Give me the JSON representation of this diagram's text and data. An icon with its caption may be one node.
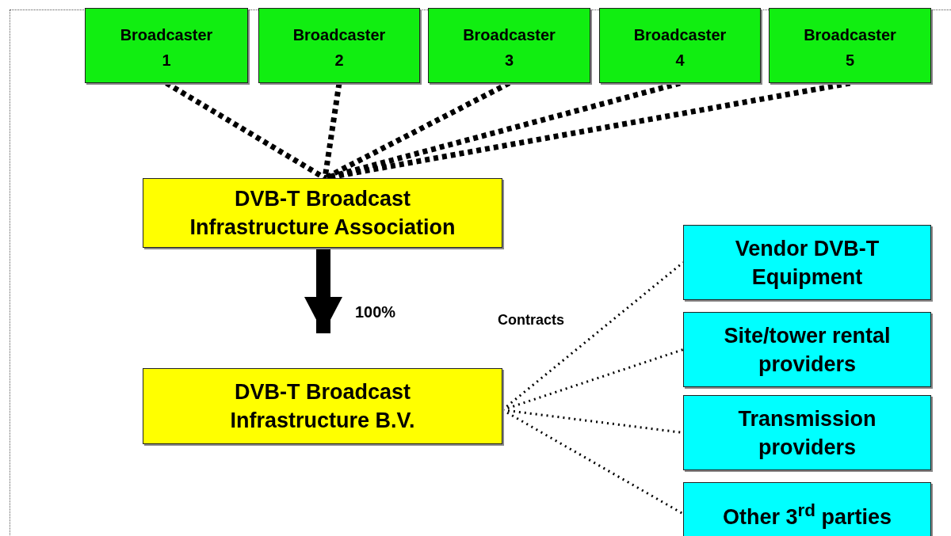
{
  "diagram": {
    "nodes": [
      {
        "text": [
          "Broadcaster 1"
        ]
      },
      {
        "text": [
          "Broadcaster 2"
        ]
      },
      {
        "text": [
          "Broadcaster 3"
        ]
      },
      {
        "text": [
          "Broadcaster 4"
        ]
      },
      {
        "text": [
          "Broadcaster 5"
        ]
      },
      {
        "text": [
          "DVB-T Broadcast Infrastructure Association"
        ]
      },
      {
        "text": [
          "DVB-T Broadcast Infrastructure B.V."
        ]
      },
      {
        "text": [
          "Vendor DVB-T Equipment"
        ]
      },
      {
        "text": [
          "Site/tower rental providers"
        ]
      },
      {
        "text": [
          "Transmission providers"
        ]
      },
      {
        "text": [
          "Other 3$^{rd}$ parties"
        ]
      }
    ],
    "edges": [
      {
        "from": 0,
        "to": 5,
        "arrow": "none",
        "style": "dashed"
      },
      {
        "from": 1,
        "to": 5,
        "arrow": "none",
        "style": "dashed"
      },
      {
        "from": 2,
        "to": 5,
        "arrow": "none",
        "style": "dashed"
      },
      {
        "from": 3,
        "to": 5,
        "arrow": "none",
        "style": "dashed"
      },
      {
        "from": 4,
        "to": 5,
        "arrow": "none",
        "style": "dashed"
      },
      {
        "from": 5,
        "to": 6,
        "arrow": "to",
        "style": "thick",
        "label": "100%"
      },
      {
        "from": 6,
        "to": 7,
        "arrow": "none",
        "style": "dashed",
        "label": "Contracts"
      },
      {
        "from": 6,
        "to": 8,
        "arrow": "none",
        "style": "dashed"
      },
      {
        "from": 6,
        "to": 9,
        "arrow": "none",
        "style": "dashed"
      },
      {
        "from": 6,
        "to": 10,
        "arrow": "none",
        "style": "dashed"
      }
    ]
  }
}
